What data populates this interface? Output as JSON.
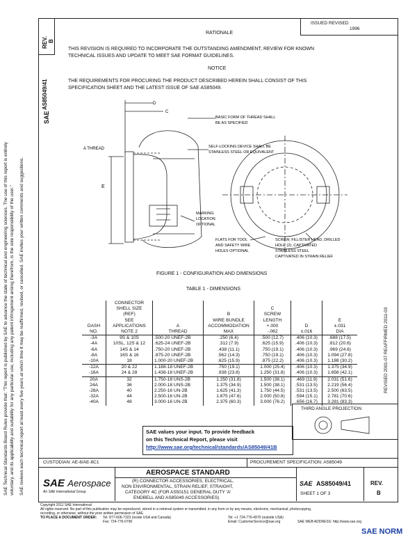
{
  "header": {
    "rev_label": "REV.",
    "rev_value": "B",
    "doc_number_side": "AS85049/41",
    "issued_line1": "ISSUED   REVISED",
    "issued_line2": "1996"
  },
  "side_text": {
    "line1": "SAE Technical Standards Board Rules provide that: \"This report is published by SAE to advance the state of technical and engineering sciences. The use of this report is entirely",
    "line2": "voluntary, and its applicability and suitability for any particular use, including any patent infringement arising therefrom, is the sole responsibility of the user.\"",
    "line3": "SAE reviews each technical report at least every five years at which time it may be reaffirmed, revised, or cancelled. SAE invites your written comments and suggestions."
  },
  "rationale": {
    "heading": "RATIONALE",
    "text_line1": "THIS REVISION IS REQUIRED TO INCORPORATE THE OUTSTANDING AMENDMENT, REVIEW FOR KNOWN",
    "text_line2": "TECHNICAL ISSUES AND UPDATE TO MEET SAE FORMAT GUIDELINES."
  },
  "notice": {
    "heading": "NOTICE",
    "text_line1": "THE REQUIREMENTS FOR PROCURING THE PRODUCT DESCRIBED HEREIN SHALL CONSIST OF THIS",
    "text_line2": "SPECIFICATION SHEET AND THE LATEST ISSUE OF SAE AS85049."
  },
  "figure": {
    "label_d": "D",
    "label_c": "C",
    "label_e": "E",
    "label_thread": "A THREAD",
    "callout1": "BASIC FORM OF THREAD SHALL",
    "callout1b": "BE AS SPECIFIED",
    "callout2": "SELF-LOCKING DEVICE SHALL BE",
    "callout2b": "STAINLESS STEEL OR EQUIVALENT",
    "callout3": "MARKING",
    "callout3b": "LOCATION",
    "callout3c": "OPTIONAL",
    "callout4a": "FLATS FOR TOOL",
    "callout4b": "AND SAFETY WIRE",
    "callout4c": "HOLES OPTIONAL",
    "callout5a": "SCREW, FILLISTER HEAD, DRILLED",
    "callout5b": "HOLE (2), CAPTIVATED",
    "callout5c": "STAINLESS STEEL",
    "callout5d": "CAPTIVATED IN STRAIN RELIEF",
    "caption": "FIGURE 1 - CONFIGURATION AND DIMENSIONS"
  },
  "table": {
    "title": "TABLE 1 - DIMENSIONS",
    "headers": {
      "dash": [
        "DASH",
        "NO."
      ],
      "shell": [
        "CONNECTOR",
        "SHELL SIZE",
        "(REF)",
        "SEE",
        "APPLICATIONS",
        "NOTE 2"
      ],
      "a": [
        "A",
        "THREAD"
      ],
      "b": [
        "B",
        "WIRE BUNDLE",
        "ACCOMMODATION",
        "MAX"
      ],
      "c": [
        "C",
        "SCREW",
        "LENGTH",
        "+.000",
        "-.062"
      ],
      "d": [
        "D",
        "±.016"
      ],
      "e": [
        "E",
        "±.031",
        "DIA"
      ]
    },
    "rows": [
      [
        "-3A",
        "9S & 10S",
        ".500-20 UNEF-2B",
        ".250  (6.4)",
        ".500 (12.7)",
        ".406 (10.3)",
        ".688 (17.5)"
      ],
      [
        "-4A",
        "10SL, 12S & 12",
        ".625-24 UNEF-2B",
        ".312  (7.9)",
        ".625 (15.9)",
        ".406 (10.3)",
        ".812 (20.6)"
      ],
      [
        "-6A",
        "14S & 14",
        ".750-20 UNEF-2B",
        ".438 (11.1)",
        ".750 (19.1)",
        ".406 (10.3)",
        ".969 (24.6)"
      ],
      [
        "-8A",
        "16S & 16",
        ".875-20 UNEF-2B",
        ".562 (14.3)",
        ".750 (19.1)",
        ".406 (10.3)",
        "1.094 (27.8)"
      ],
      [
        "-10A",
        "18",
        "1.000-20 UNEF-2B",
        ".625 (15.9)",
        ".875 (22.2)",
        ".406 (10.3)",
        "1.188 (30.2)"
      ],
      [
        "-12A",
        "20 & 22",
        "1.188-18 UNEF-2B",
        ".750 (19.1)",
        "1.000 (25.4)",
        ".406 (10.3)",
        "1.375 (34.9)"
      ],
      [
        "-16A",
        "24 & 28",
        "1.438-18 UNEF-2B",
        ".938 (23.8)",
        "1.250 (31.8)",
        ".406 (10.3)",
        "1.656 (42.1)"
      ],
      [
        "20A",
        "32",
        "1.750-18 UNS-2B",
        "1.250 (31.8)",
        "1.500 (38.1)",
        ".469 (11.9)",
        "2.031 (51.6)"
      ],
      [
        "24A",
        "36",
        "2.000-18 UNS-2B",
        "1.375 (34.9)",
        "1.500 (38.1)",
        ".531 (13.5)",
        "2.219 (56.4)"
      ],
      [
        "-28A",
        "40",
        "2.250-16 UN-2B",
        "1.625 (41.3)",
        "1.750 (44.5)",
        ".531 (13.5)",
        "2.500 (63.5)"
      ],
      [
        "-32A",
        "44",
        "2.500-16 UN-2B",
        "1.875 (47.6)",
        "2.000 (50.8)",
        ".594 (15.1)",
        "2.781 (70.6)"
      ],
      [
        "-40A",
        "48",
        "3.000-16 UN-2B",
        "2.375 (60.3)",
        "3.000 (76.2)",
        ".656 (16.7)",
        "3.281 (83.3)"
      ]
    ]
  },
  "right_vertical": "REVISED 2001-07  REAFFIRMED 2011-03",
  "projection": {
    "label": "THIRD ANGLE PROJECTION"
  },
  "feedback": {
    "line1": "SAE values your input. To provide feedback",
    "line2": "on this Technical Report, please visit",
    "link": "http://www.sae.org/technical/standards/AS85049/41B"
  },
  "footer": {
    "custodian": "CUSTODIAN: AE-8/AE-8C1",
    "procurement": "PROCUREMENT SPECIFICATION: AS85049",
    "standard_title": "AEROSPACE STANDARD",
    "description_line1": "(R) CONNECTOR ACCESSORIES, ELECTRICAL,",
    "description_line2": "NON ENVIRONMENTAL, STRAIN RELIEF, STRAIGHT,",
    "description_line3": "CATEGORY 4C (FOR AS50151 GENERAL DUTY 'A'",
    "description_line4": "ENDBELL AND AS85049 ACCESSORIES)",
    "logo_sae": "SAE",
    "logo_aerospace": "Aerospace",
    "logo_tagline": "An SAE International Group",
    "sae_small": "SAE",
    "doc_number": "AS85049/41",
    "sheet": "SHEET 1 OF 3",
    "rev_label": "REV.",
    "rev_value": "B",
    "copyright1": "Copyright 2011 SAE International",
    "copyright2": "All rights reserved. No part of this publication may be reproduced, stored in a retrieval system or transmitted, in any form or by any means, electronic, mechanical, photocopying,",
    "copyright3": "recording, or otherwise, without the prior written permission of SAE.",
    "order_label": "TO PLACE A DOCUMENT ORDER:",
    "tel1": "Tel: 877-606-7323 (inside USA and Canada)",
    "tel2": "Tel: +1 724-776-4970 (outside USA)",
    "fax": "Fax: 724-776-0790",
    "email": "Email: CustomerService@sae.org",
    "web": "SAE WEB ADDRESS: http://www.sae.org",
    "watermark": "SAE NORM"
  }
}
